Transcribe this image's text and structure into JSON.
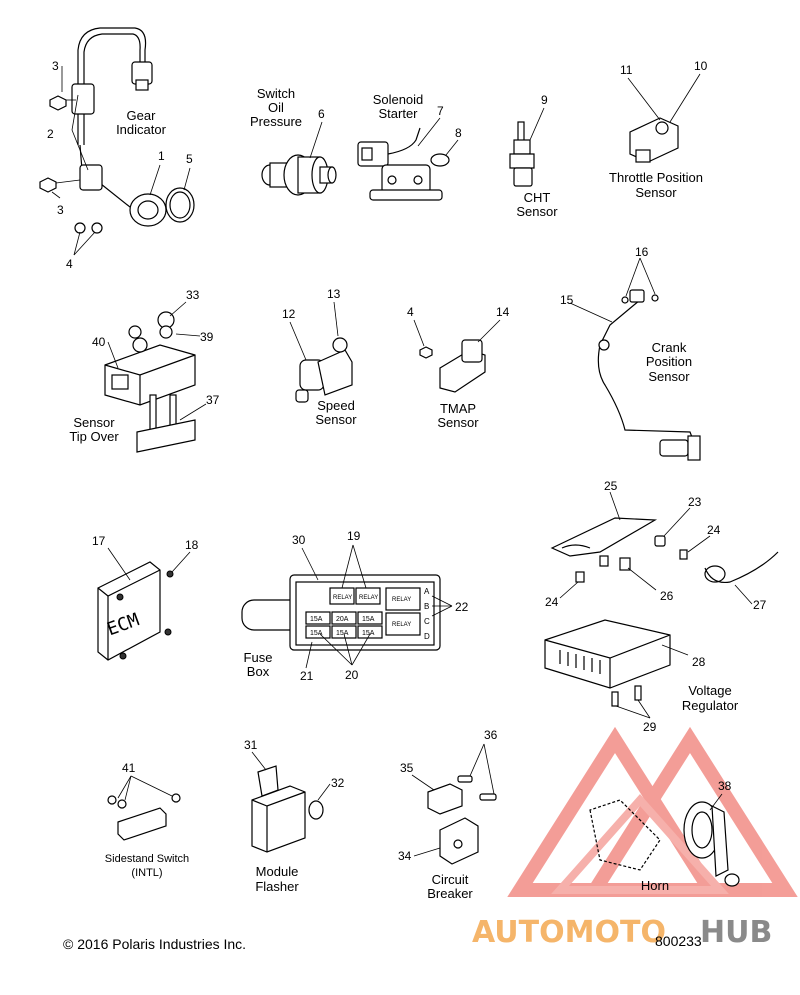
{
  "labels": {
    "gear_indicator": [
      "Gear",
      "Indicator"
    ],
    "switch_oil_pressure": [
      "Switch",
      "Oil",
      "Pressure"
    ],
    "solenoid_starter": [
      "Solenoid",
      "Starter"
    ],
    "cht_sensor": [
      "CHT",
      "Sensor"
    ],
    "throttle_position_sensor": [
      "Throttle Position",
      "Sensor"
    ],
    "sensor_tip_over": [
      "Sensor",
      "Tip Over"
    ],
    "speed_sensor": [
      "Speed",
      "Sensor"
    ],
    "tmap_sensor": [
      "TMAP",
      "Sensor"
    ],
    "crank_position_sensor": [
      "Crank",
      "Position",
      "Sensor"
    ],
    "fuse_box": [
      "Fuse",
      "Box"
    ],
    "voltage_regulator": [
      "Voltage",
      "Regulator"
    ],
    "sidestand_switch": [
      "Sidestand Switch",
      "(INTL)"
    ],
    "module_flasher": [
      "Module",
      "Flasher"
    ],
    "circuit_breaker": [
      "Circuit",
      "Breaker"
    ],
    "horn": [
      "Horn"
    ]
  },
  "callouts": {
    "n1": "1",
    "n2": "2",
    "n3a": "3",
    "n3b": "3",
    "n4a": "4",
    "n4b": "4",
    "n5": "5",
    "n6": "6",
    "n7": "7",
    "n8": "8",
    "n9": "9",
    "n10": "10",
    "n11": "11",
    "n12": "12",
    "n13": "13",
    "n14": "14",
    "n15": "15",
    "n16": "16",
    "n17": "17",
    "n18": "18",
    "n19": "19",
    "n20": "20",
    "n21": "21",
    "n22": "22",
    "n23": "23",
    "n24a": "24",
    "n24b": "24",
    "n25": "25",
    "n26": "26",
    "n27": "27",
    "n28": "28",
    "n29": "29",
    "n30": "30",
    "n31": "31",
    "n32": "32",
    "n33": "33",
    "n34": "34",
    "n35": "35",
    "n36": "36",
    "n37": "37",
    "n38": "38",
    "n39": "39",
    "n40": "40",
    "n41": "41"
  },
  "fuse_box_text": {
    "relay": "RELAY",
    "fuses": [
      "15A",
      "20A",
      "15A",
      "15A",
      "15A",
      "15A"
    ],
    "rows": [
      "A",
      "B",
      "C",
      "D"
    ]
  },
  "ecm_text": "ECM",
  "copyright": "© 2016 Polaris Industries Inc.",
  "diagram_number": "800233",
  "watermark": {
    "left": "AUTOMOTO",
    "right": "HUB",
    "accent": "#f47c5a",
    "orange": "#f5b56a",
    "gray": "#8a8a8a"
  }
}
